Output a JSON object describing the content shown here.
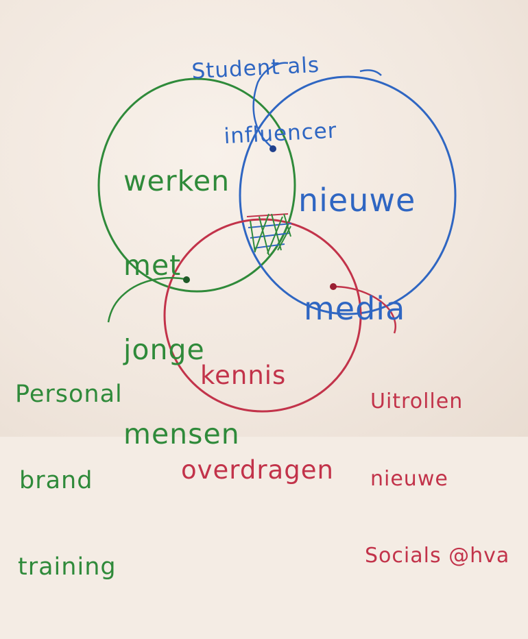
{
  "colors": {
    "green": "#2f8a3a",
    "blue": "#2f66c2",
    "red": "#c2334a",
    "paper": "#f4ece4"
  },
  "circles": {
    "green": {
      "lines": [
        "werken",
        "met",
        "jonge",
        "mensen"
      ]
    },
    "blue": {
      "lines": [
        "nieuwe",
        "media"
      ]
    },
    "red": {
      "lines": [
        "kennis",
        "overdragen"
      ]
    }
  },
  "annotations": {
    "top": {
      "lines": [
        "Student als",
        "influencer"
      ]
    },
    "left": {
      "lines": [
        "Personal",
        "brand",
        "training"
      ]
    },
    "right": {
      "lines": [
        "Uitrollen",
        "nieuwe",
        "Socials @hva"
      ]
    }
  }
}
